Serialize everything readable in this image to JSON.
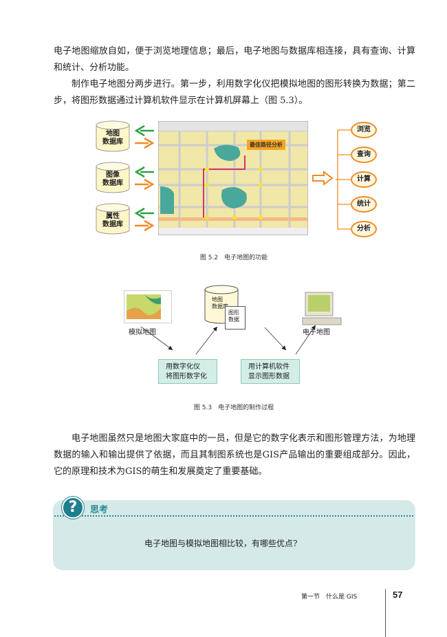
{
  "paragraphs": [
    "电子地图缩放自如，便于浏览地理信息；最后，电子地图与数据库相连接，具有查询、计算和统计、分析功能。",
    "制作电子地图分两步进行。第一步，利用数字化仪把模拟地图的图形转换为数据；第二步，将图形数据通过计算机软件显示在计算机屏幕上（图 5.3）。",
    "电子地图虽然只是地图大家庭中的一员，但是它的数字化表示和图形管理方法，为地理数据的输入和输出提供了依据，而且其制图系统也是GIS产品输出的重要组成部分。因此，它的原理和技术为GIS的萌生和发展奠定了重要基础。"
  ],
  "fig52": {
    "databases": [
      "地图\n数据库",
      "图像\n数据库",
      "属性\n数据库"
    ],
    "map_label": "最佳路径分析",
    "functions": [
      "浏览",
      "查询",
      "计算",
      "统计",
      "分析"
    ],
    "caption": "图 5.2　电子地图的功能"
  },
  "fig53": {
    "analog_label": "模拟地图",
    "db_label": "地图\n数据库",
    "doc_label": "图形\n数据",
    "digital_label": "电子地图",
    "step1": "用数字化仪\n将图形数字化",
    "step2": "用计算机软件\n显示图形数据",
    "caption": "图 5.3　电子地图的制作过程"
  },
  "think": {
    "title": "思考",
    "question": "电子地图与模拟地图相比较，有哪些优点?",
    "icon": "question-icon"
  },
  "footer": {
    "section": "第一节　什么是 GIS",
    "page": "57"
  },
  "colors": {
    "think_bg": "#d5e9e9",
    "accent": "#1e7f8c",
    "orange": "#f08a24",
    "green": "#2ea043"
  }
}
